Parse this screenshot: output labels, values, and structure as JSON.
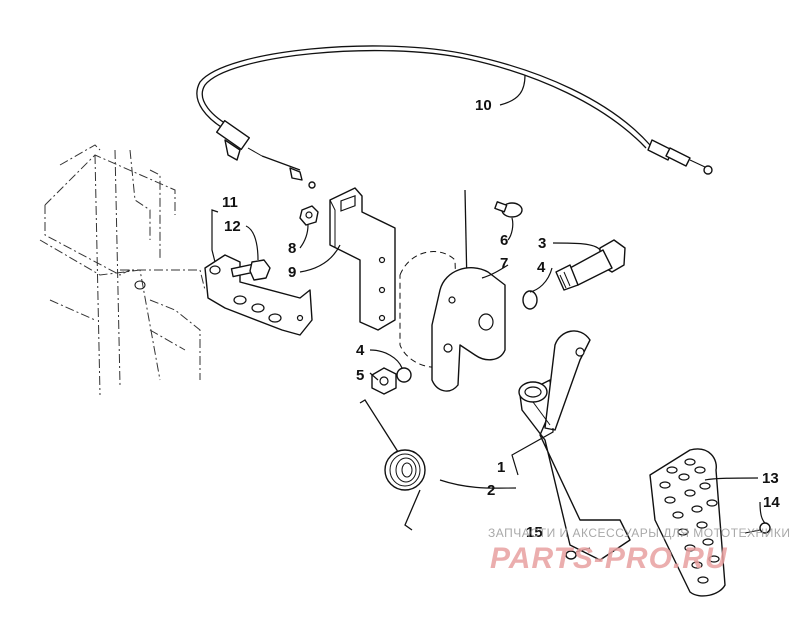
{
  "callouts": {
    "c1": "1",
    "c2": "2",
    "c3": "3",
    "c4a": "4",
    "c4b": "4",
    "c5": "5",
    "c6": "6",
    "c7": "7",
    "c8": "8",
    "c9": "9",
    "c10": "10",
    "c11": "11",
    "c12": "12",
    "c13": "13",
    "c14": "14",
    "c15": "15"
  },
  "watermark": {
    "tagline": "ЗАПЧАСТИ И АКСЕССУАРЫ ДЛЯ МОТОТЕХНИКИ",
    "logo": "PARTS-PRO.RU",
    "color": "#e8a0a0"
  }
}
